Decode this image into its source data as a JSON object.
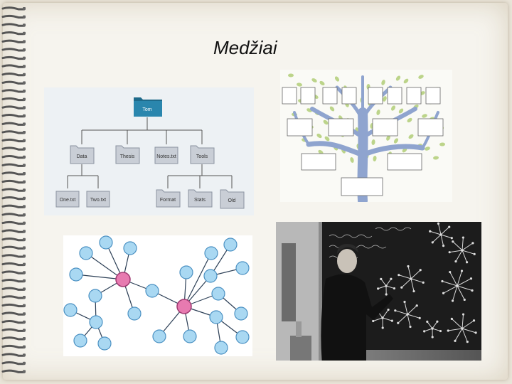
{
  "slide": {
    "title": "Medžiai"
  },
  "directory_tree": {
    "root": "Tom",
    "level1": [
      "Data",
      "Thesis",
      "Notes.txt",
      "Tools"
    ],
    "level2": [
      "One.txt",
      "Two.txt",
      "Format",
      "Stats",
      "Old"
    ]
  },
  "colors": {
    "paper": "#f6f4ee",
    "folder": "#1e6a8a",
    "node_blue": "#a9d8f2",
    "node_pink": "#e77ab0",
    "tree_trunk": "#8fa4cf",
    "leaf": "#bcd48a"
  }
}
